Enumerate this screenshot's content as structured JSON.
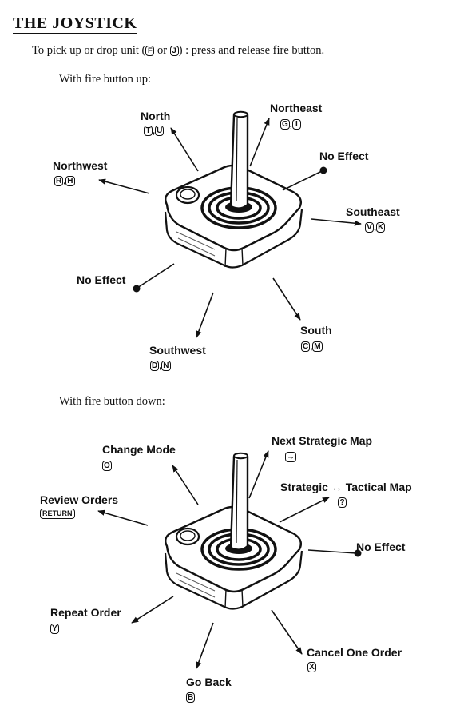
{
  "title": "THE JOYSTICK",
  "intro": {
    "text_before": "To pick up or drop unit (",
    "key_f": "F",
    "or": "or",
    "key_j": "J",
    "text_after": ") : press and release fire button."
  },
  "section_up": {
    "heading": "With fire button up:",
    "north": {
      "label": "North",
      "key1": "T",
      "key2": "U"
    },
    "northeast": {
      "label": "Northeast",
      "key1": "G",
      "key2": "I"
    },
    "no_effect_ne": {
      "label": "No Effect"
    },
    "northwest": {
      "label": "Northwest",
      "key1": "R",
      "key2": "H"
    },
    "southeast": {
      "label": "Southeast",
      "key1": "V",
      "key2": "K"
    },
    "no_effect_sw": {
      "label": "No Effect"
    },
    "south": {
      "label": "South",
      "key1": "C",
      "key2": "M"
    },
    "southwest": {
      "label": "Southwest",
      "key1": "D",
      "key2": "N"
    }
  },
  "section_down": {
    "heading": "With fire button down:",
    "change_mode": {
      "label": "Change Mode",
      "key": "O"
    },
    "next_map": {
      "label": "Next Strategic Map",
      "key": "→"
    },
    "review_orders": {
      "label": "Review Orders",
      "key": "RETURN"
    },
    "strat_tact": {
      "label": "Strategic ↔ Tactical Map",
      "key": "?"
    },
    "no_effect": {
      "label": "No Effect"
    },
    "repeat_order": {
      "label": "Repeat Order",
      "key": "Y"
    },
    "cancel_order": {
      "label": "Cancel One Order",
      "key": "X"
    },
    "go_back": {
      "label": "Go Back",
      "key": "B"
    }
  }
}
